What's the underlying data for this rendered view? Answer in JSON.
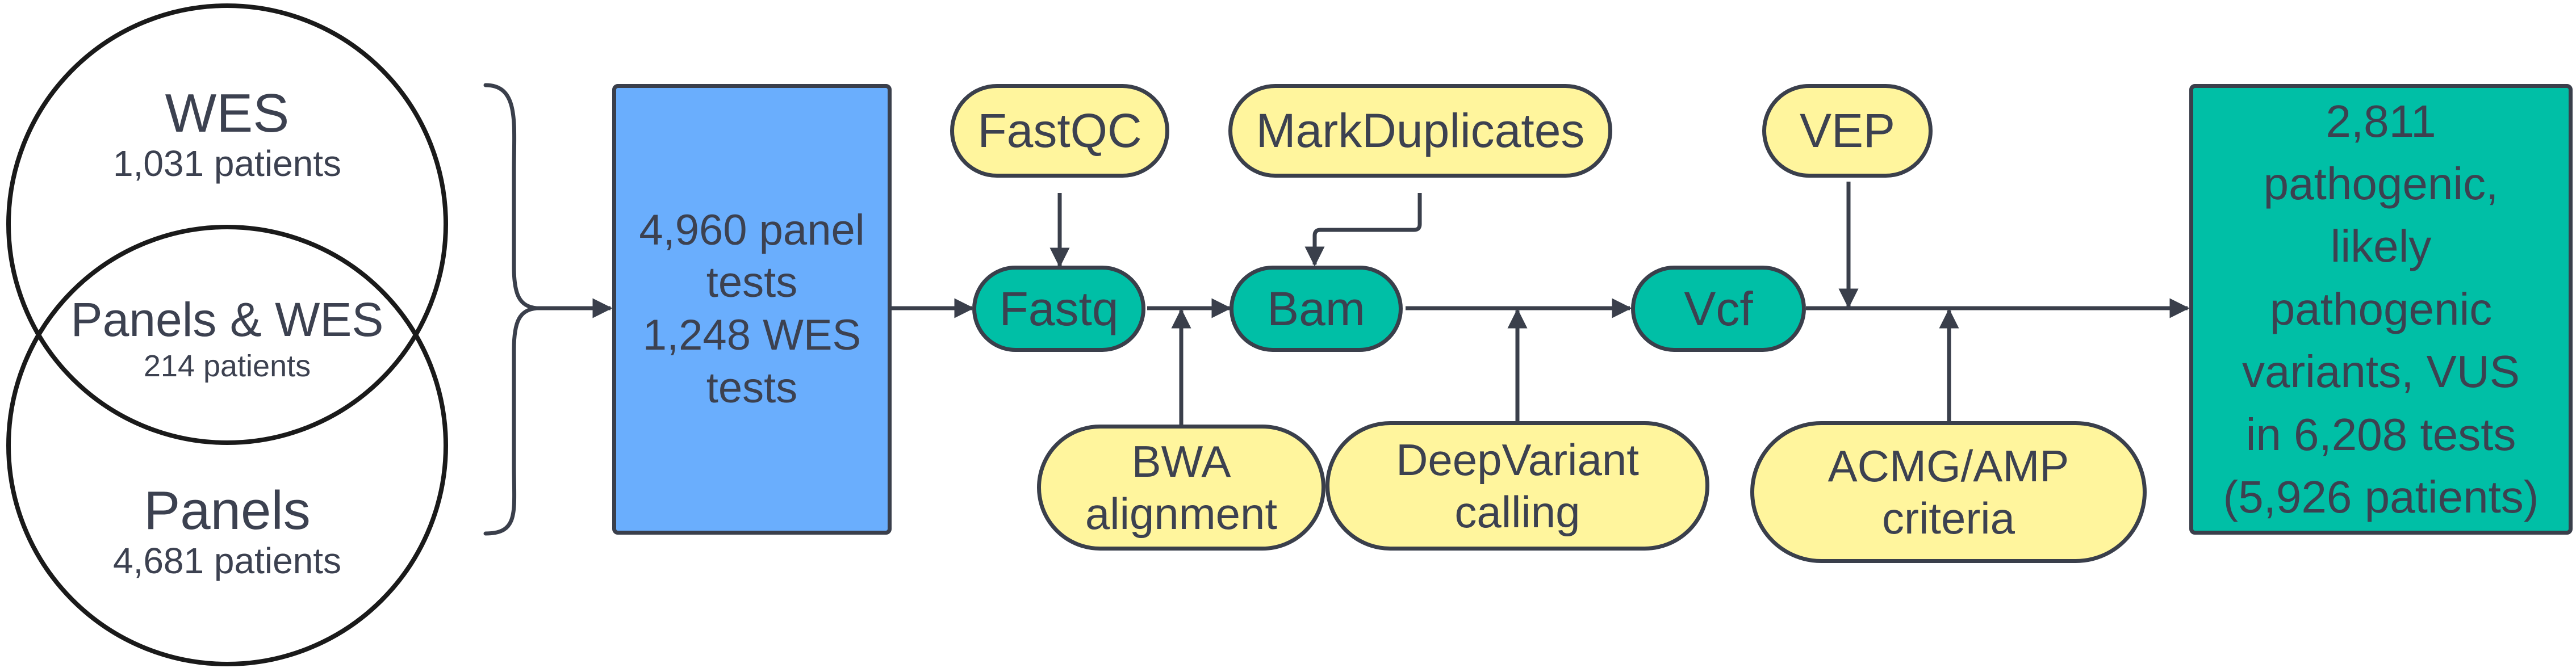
{
  "venn": {
    "top_label": "WES",
    "top_count": "1,031 patients",
    "overlap_label": "Panels & WES",
    "overlap_count": "214 patients",
    "bottom_label": "Panels",
    "bottom_count": "4,681 patients"
  },
  "tests_box": {
    "line1": "4,960 panel",
    "line2": "tests",
    "line3": "1,248 WES",
    "line4": "tests"
  },
  "pipeline": {
    "fastqc": "FastQC",
    "fastq": "Fastq",
    "markduplicates": "MarkDuplicates",
    "bam": "Bam",
    "vep": "VEP",
    "vcf": "Vcf",
    "bwa_line1": "BWA",
    "bwa_line2": "alignment",
    "deepvariant_line1": "DeepVariant",
    "deepvariant_line2": "calling",
    "acmg_line1": "ACMG/AMP",
    "acmg_line2": "criteria"
  },
  "result_box": {
    "lines": [
      "2,811",
      "pathogenic,",
      "likely",
      "pathogenic",
      "variants, VUS",
      "in 6,208 tests",
      "(5,926 patients)"
    ]
  },
  "colors": {
    "yellow": "#fff59d",
    "teal": "#00bfa6",
    "blue": "#6aaefd",
    "stroke": "#3a3f4b"
  }
}
